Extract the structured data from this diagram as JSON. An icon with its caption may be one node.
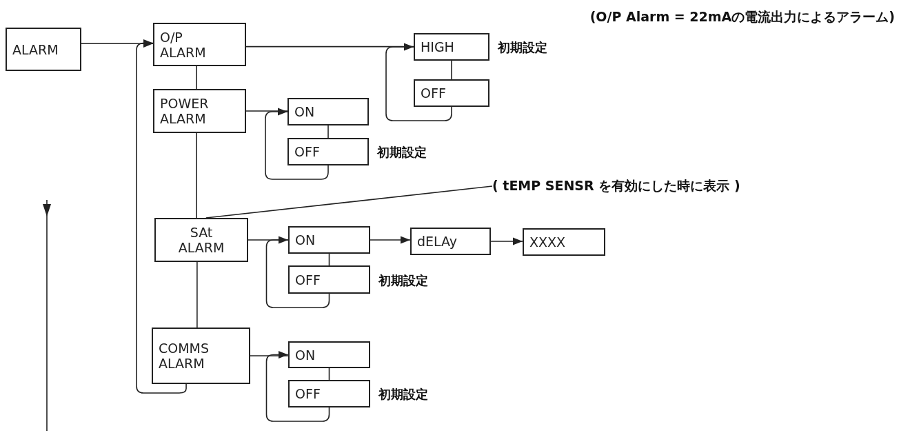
{
  "diagram": {
    "nodes": [
      {
        "text": [
          "ALARM"
        ]
      },
      {
        "text": [
          "O/P ALARM"
        ]
      },
      {
        "text": [
          "HIGH"
        ],
        "beside": [
          "初期設定"
        ]
      },
      {
        "text": [
          "OFF"
        ]
      },
      {
        "text": [
          "POWER ALARM"
        ]
      },
      {
        "text": [
          "ON"
        ]
      },
      {
        "text": [
          "OFF"
        ],
        "beside": [
          "初期設定"
        ]
      },
      {
        "text": [
          "SAt ALARM"
        ]
      },
      {
        "text": [
          "ON"
        ]
      },
      {
        "text": [
          "OFF"
        ],
        "beside": [
          "初期設定"
        ]
      },
      {
        "text": [
          "dELAy"
        ]
      },
      {
        "text": [
          "XXXX"
        ]
      },
      {
        "text": [
          "COMMS ALARM"
        ]
      },
      {
        "text": [
          "ON"
        ]
      },
      {
        "text": [
          "OFF"
        ],
        "beside": [
          "初期設定"
        ]
      },
      {
        "text": [
          "( tEMP SENSR を有効にした時に表示 )"
        ]
      }
    ],
    "edges": [
      {
        "from": 0,
        "to": 1,
        "arrow": "to"
      },
      {
        "from": 1,
        "to": 2,
        "arrow": "none"
      },
      {
        "from": 2,
        "to": 3,
        "arrow": "none"
      },
      {
        "from": 3,
        "to": 2,
        "arrow": "to"
      },
      {
        "from": 1,
        "to": 4,
        "arrow": "none"
      },
      {
        "from": 4,
        "to": 5,
        "arrow": "none"
      },
      {
        "from": 5,
        "to": 6,
        "arrow": "none"
      },
      {
        "from": 6,
        "to": 5,
        "arrow": "to"
      },
      {
        "from": 4,
        "to": 7,
        "arrow": "none"
      },
      {
        "from": 7,
        "to": 8,
        "arrow": "none"
      },
      {
        "from": 8,
        "to": 9,
        "arrow": "none"
      },
      {
        "from": 9,
        "to": 8,
        "arrow": "to"
      },
      {
        "from": 8,
        "to": 10,
        "arrow": "to"
      },
      {
        "from": 10,
        "to": 11,
        "arrow": "to"
      },
      {
        "from": 7,
        "to": 12,
        "arrow": "none"
      },
      {
        "from": 12,
        "to": 13,
        "arrow": "none"
      },
      {
        "from": 13,
        "to": 14,
        "arrow": "none"
      },
      {
        "from": 14,
        "to": 13,
        "arrow": "to"
      },
      {
        "from": 12,
        "to": 1,
        "arrow": "to"
      },
      {
        "from": 15,
        "to": 7,
        "arrow": "none"
      }
    ],
    "labels": [
      "(O/P Alarm = 22mAの電流出力によるアラーム)"
    ]
  }
}
